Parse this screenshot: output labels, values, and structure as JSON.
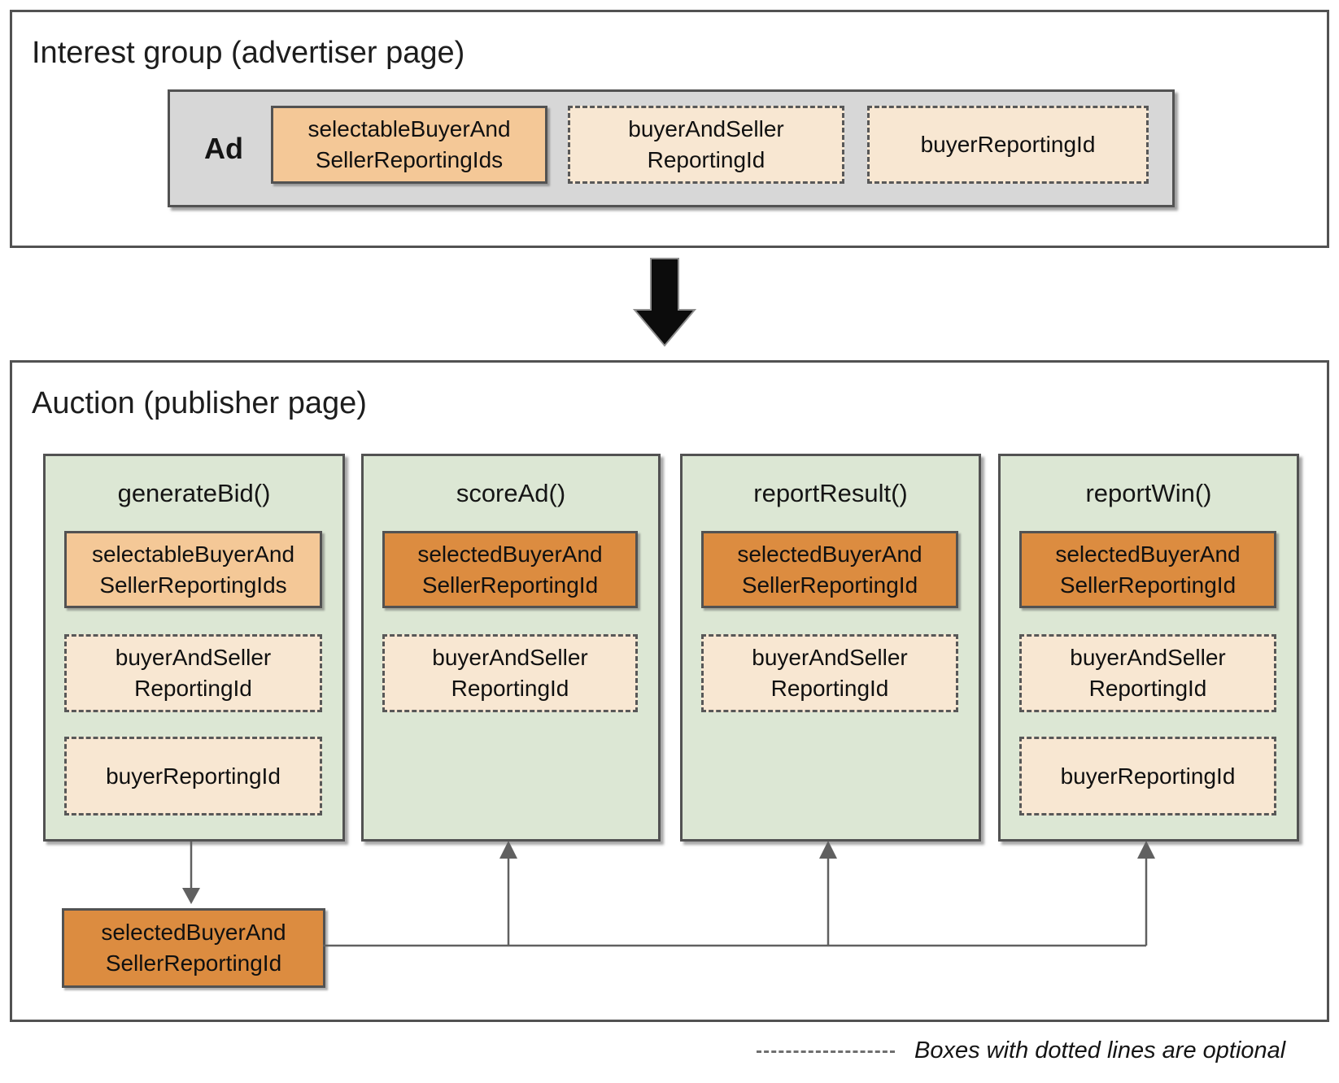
{
  "colors": {
    "border": "#525252",
    "gray_container": "#d7d7d7",
    "green_panel": "#dce7d4",
    "light_orange": "#f4c897",
    "dark_orange": "#dc8c40",
    "cream_optional": "#f8e7d2",
    "connector_line": "#606060"
  },
  "interest_group": {
    "title": "Interest group (advertiser page)",
    "ad_label": "Ad",
    "boxes": [
      {
        "label": "selectableBuyerAnd\nSellerReportingIds",
        "optional": false
      },
      {
        "label": "buyerAndSeller\nReportingId",
        "optional": true
      },
      {
        "label": "buyerReportingId",
        "optional": true
      }
    ]
  },
  "auction": {
    "title": "Auction (publisher page)",
    "columns": [
      {
        "title": "generateBid()",
        "boxes": [
          {
            "label": "selectableBuyerAnd\nSellerReportingIds",
            "optional": false
          },
          {
            "label": "buyerAndSeller\nReportingId",
            "optional": true
          },
          {
            "label": "buyerReportingId",
            "optional": true
          }
        ]
      },
      {
        "title": "scoreAd()",
        "boxes": [
          {
            "label": "selectedBuyerAnd\nSellerReportingId",
            "optional": false
          },
          {
            "label": "buyerAndSeller\nReportingId",
            "optional": true
          }
        ]
      },
      {
        "title": "reportResult()",
        "boxes": [
          {
            "label": "selectedBuyerAnd\nSellerReportingId",
            "optional": false
          },
          {
            "label": "buyerAndSeller\nReportingId",
            "optional": true
          }
        ]
      },
      {
        "title": "reportWin()",
        "boxes": [
          {
            "label": "selectedBuyerAnd\nSellerReportingId",
            "optional": false
          },
          {
            "label": "buyerAndSeller\nReportingId",
            "optional": true
          },
          {
            "label": "buyerReportingId",
            "optional": true
          }
        ]
      }
    ],
    "output_box": {
      "label": "selectedBuyerAnd\nSellerReportingId"
    }
  },
  "legend": {
    "text": "Boxes with dotted lines are optional"
  }
}
